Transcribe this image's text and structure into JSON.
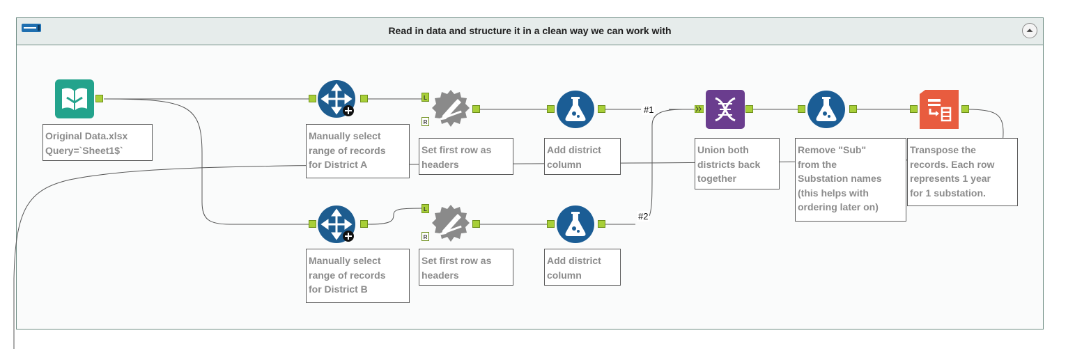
{
  "container": {
    "title": "Read in data and structure it in a clean way we can work with"
  },
  "icons": {
    "input": "book-input-icon",
    "select": "select-records-icon",
    "dynamic_rename": "dynamic-rename-icon",
    "formula": "formula-flask-icon",
    "union": "union-dna-icon",
    "transpose": "transpose-icon"
  },
  "colors": {
    "input": "#23a38c",
    "select": "#1d5c8f",
    "rename": "#8a8a8a",
    "formula": "#1b5d95",
    "union": "#6a3d8e",
    "transpose": "#e85c3f",
    "anchor": "#a8cf38"
  },
  "anchors": {
    "left": "L",
    "right": "R"
  },
  "wires": {
    "union_in_1": "#1",
    "union_in_2": "#2"
  },
  "tools": {
    "input": {
      "annotation": [
        "Original Data.xlsx",
        "Query=`Sheet1$`"
      ]
    },
    "select_a": {
      "annotation": [
        "Manually select",
        "range of records",
        "for District A"
      ]
    },
    "rename_a": {
      "annotation": [
        "Set first row as",
        "headers"
      ]
    },
    "formula_a": {
      "annotation": [
        "Add district",
        "column"
      ]
    },
    "select_b": {
      "annotation": [
        "Manually select",
        "range of records",
        "for District B"
      ]
    },
    "rename_b": {
      "annotation": [
        "Set first row as",
        "headers"
      ]
    },
    "formula_b": {
      "annotation": [
        "Add district",
        "column"
      ]
    },
    "union": {
      "annotation": [
        "Union both",
        "districts back",
        "together"
      ]
    },
    "formula_sub": {
      "annotation": [
        "Remove \"Sub\"",
        "from the",
        "Substation names",
        "(this helps with",
        "ordering later on)"
      ]
    },
    "transpose": {
      "annotation": [
        "Transpose the",
        "records. Each row",
        "represents 1 year",
        "for 1 substation."
      ]
    }
  }
}
